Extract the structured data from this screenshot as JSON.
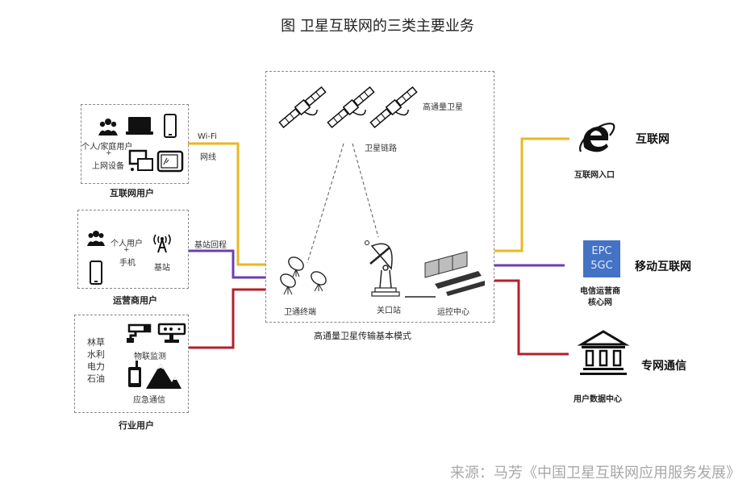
{
  "title": "图 卫星互联网的三类主要业务",
  "colors": {
    "internet_line": "#e8b820",
    "mobile_line": "#6a3fb0",
    "private_line": "#b3202c",
    "epc_box": "#4472c4",
    "source_text": "#a8a8a8"
  },
  "left": {
    "internet_users": {
      "box_label": "互联网用户",
      "device_label_1": "个人/家庭用户",
      "plus": "+",
      "device_label_2": "上网设备",
      "icons": [
        "people-icon",
        "laptop-icon",
        "smartphone-icon",
        "desktop-icon",
        "tablet-icon"
      ],
      "link_label_1": "Wi-Fi",
      "link_label_2": "网线"
    },
    "operator_users": {
      "box_label": "运营商用户",
      "device_label_1": "个人用户",
      "plus": "+",
      "device_label_2": "手机",
      "station_label": "基站",
      "icons": [
        "people-icon",
        "smartphone-icon",
        "cell-tower-icon"
      ],
      "link_label": "基站回程"
    },
    "industry_users": {
      "box_label": "行业用户",
      "sectors": [
        "林草",
        "水利",
        "电力",
        "石油"
      ],
      "iot_label": "物联监测",
      "emergency_label": "应急通信",
      "icons": [
        "cctv-camera-icon",
        "sensor-icon",
        "walkie-talkie-icon",
        "mountain-icon"
      ]
    }
  },
  "center": {
    "satellite_label": "高通量卫星",
    "link_label": "卫星链路",
    "terminal_label": "卫通终端",
    "gateway_label": "关口站",
    "control_label": "运控中心",
    "caption": "高通量卫星传输基本模式"
  },
  "right": {
    "internet": {
      "icon": "internet-explorer-icon",
      "sub_label": "互联网入口",
      "main_label": "互联网"
    },
    "mobile": {
      "box_line_1": "EPC",
      "box_line_2": "5GC",
      "sub_label_1": "电信运营商",
      "sub_label_2": "核心网",
      "main_label": "移动互联网"
    },
    "private": {
      "icon": "bank-building-icon",
      "sub_label": "用户数据中心",
      "main_label": "专网通信"
    }
  },
  "source": "来源：马芳《中国卫星互联网应用服务发展》"
}
